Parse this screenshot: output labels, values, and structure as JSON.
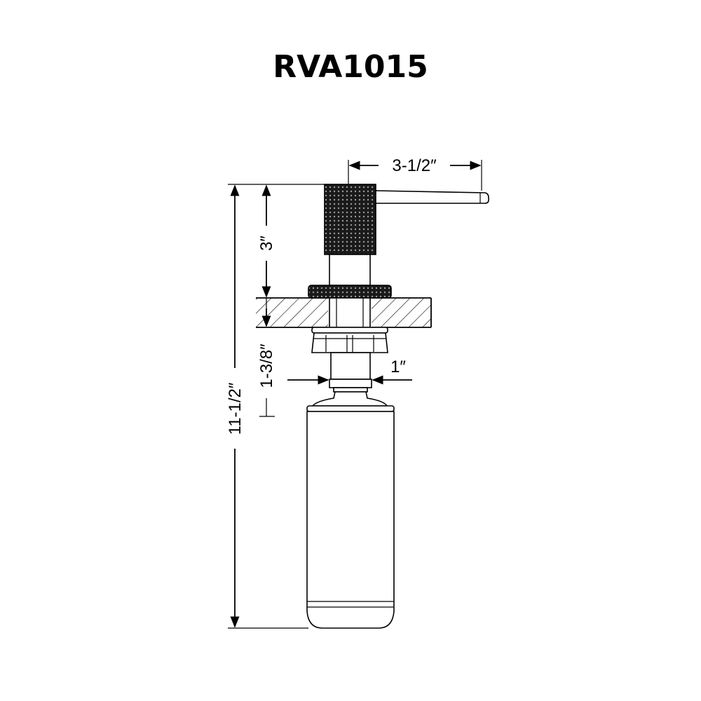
{
  "title": "RVA1015",
  "dimensions": {
    "spout_length": "3-1/2″",
    "head_height": "3″",
    "total_height": "11-1/2″",
    "shank_length": "1-3/8″",
    "shank_diameter": "1″"
  },
  "colors": {
    "line": "#000000",
    "knurl": "#1a1a1a",
    "background": "#ffffff"
  }
}
